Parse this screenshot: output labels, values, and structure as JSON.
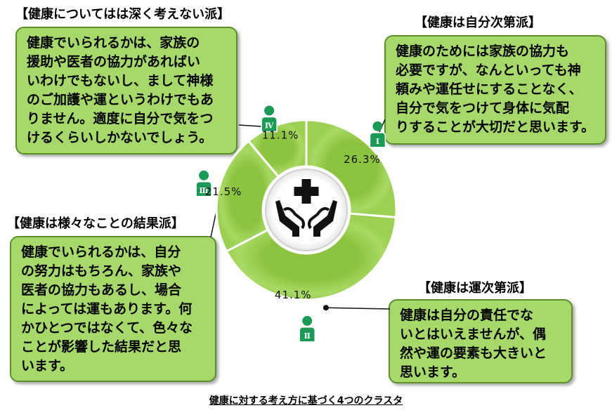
{
  "chart_data": {
    "type": "pie",
    "style": "donut",
    "slices": [
      {
        "roman": "Ⅰ",
        "value": 26.3,
        "label": "26.3%"
      },
      {
        "roman": "Ⅱ",
        "value": 41.1,
        "label": "41.1%"
      },
      {
        "roman": "Ⅲ",
        "value": 21.5,
        "label": "21.5%"
      },
      {
        "roman": "Ⅳ",
        "value": 11.1,
        "label": "11.1%"
      }
    ],
    "colors": {
      "slice": "#9ccf52",
      "slice_light": "#c2e486",
      "border": "#ffffff",
      "marker": "#1a9a55",
      "center": "#ffffff"
    },
    "center_icon": "hands-holding-cross-icon"
  },
  "clusters": [
    {
      "title": "【健康についてはは深く考えない派】",
      "lines": [
        "健康でいられるかは、家族の",
        "援助や医者の協力があればい",
        "いわけでもないし、まして神様",
        "のご加護や運というわけでもあ",
        "りません。適度に自分で気をつ",
        "けるくらいしかないでしょう。"
      ]
    },
    {
      "title": "【健康は自分次第派】",
      "lines": [
        "健康のためには家族の協力も",
        "必要ですが、なんといっても神",
        "頼みや運任せにすることなく、",
        "自分で気をつけて身体に気配",
        "りすることが大切だと思います。"
      ]
    },
    {
      "title": "【健康は様々なことの結果派】",
      "lines": [
        "健康でいられるかは、自分",
        "の努力はもちろん、家族や",
        "医者の協力もあるし、場合",
        "によっては運もあります。何",
        "かひとつではなくて、色々な",
        "ことが影響した結果だと思",
        "います。"
      ]
    },
    {
      "title": "【健康は運次第派】",
      "lines": [
        "健康は自分の責任でな",
        "いとはいえませんが、偶",
        "然や運の要素も大きいと",
        "思います。"
      ]
    }
  ],
  "caption": "健康に対する考え方に基づく4つのクラスタ"
}
